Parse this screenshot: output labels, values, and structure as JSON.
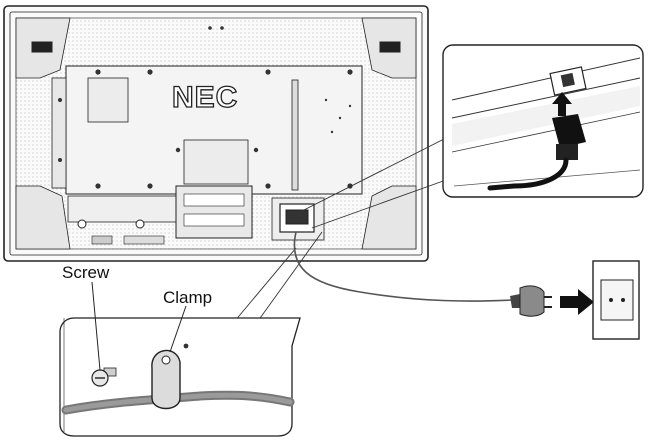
{
  "brand": {
    "logo_text": "NEC"
  },
  "labels": {
    "screw": "Screw",
    "clamp": "Clamp"
  },
  "colors": {
    "line": "#222222",
    "metal_light": "#f2f2f2",
    "metal_mid": "#d6d6d6",
    "cable": "#555555",
    "arrow": "#111111"
  },
  "icons": {
    "plug": "power-plug-icon",
    "outlet": "wall-outlet-icon",
    "arrow": "arrow-right-icon"
  }
}
